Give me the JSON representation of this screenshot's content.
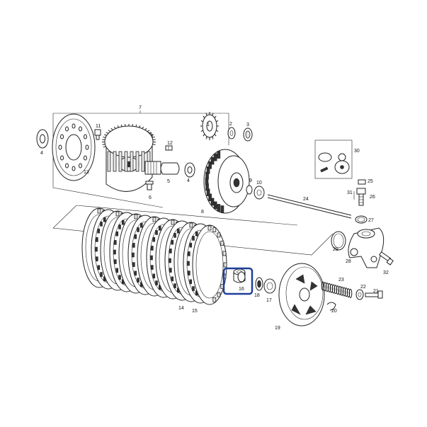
{
  "diagram": {
    "highlight_color": "#1f3f9a",
    "highlighted_part": "16",
    "labels": {
      "p1": "1",
      "p2": "2",
      "p3": "3",
      "p4a": "4",
      "p4b": "4",
      "p5": "5",
      "p6": "6",
      "p7": "7",
      "p8": "8",
      "p9": "9",
      "p10": "10",
      "p11": "11",
      "p12": "12",
      "p13": "13",
      "p14": "14",
      "p15": "15",
      "p16": "16",
      "p17": "17",
      "p18": "18",
      "p19": "19",
      "p20": "20",
      "p21": "21",
      "p22": "22",
      "p23": "23",
      "p24": "24",
      "p25": "25",
      "p26": "26",
      "p27": "27",
      "p28": "28",
      "p29": "29",
      "p30": "30",
      "p31": "31",
      "p32": "32"
    }
  }
}
